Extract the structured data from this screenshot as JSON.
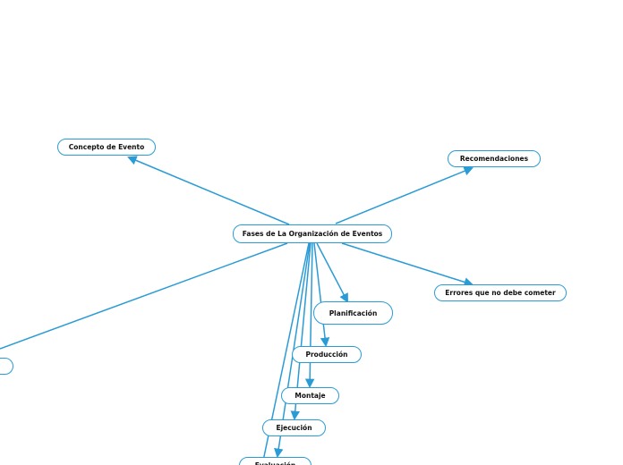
{
  "colors": {
    "edge": "#2b9bd6",
    "node_border": "#2b9bd6",
    "node_fill": "#ffffff",
    "text": "#111111"
  },
  "mindmap": {
    "central": "Fases de La Organización de Eventos",
    "topics": {
      "concepto": "Concepto de Evento",
      "recomendaciones": "Recomendaciones",
      "errores": "Errores que no debe cometer",
      "planificacion": "Planificación",
      "produccion": "Producción",
      "montaje": "Montaje",
      "ejecucion": "Ejecución",
      "evaluacion": "Evaluación",
      "offscreen": ""
    }
  }
}
